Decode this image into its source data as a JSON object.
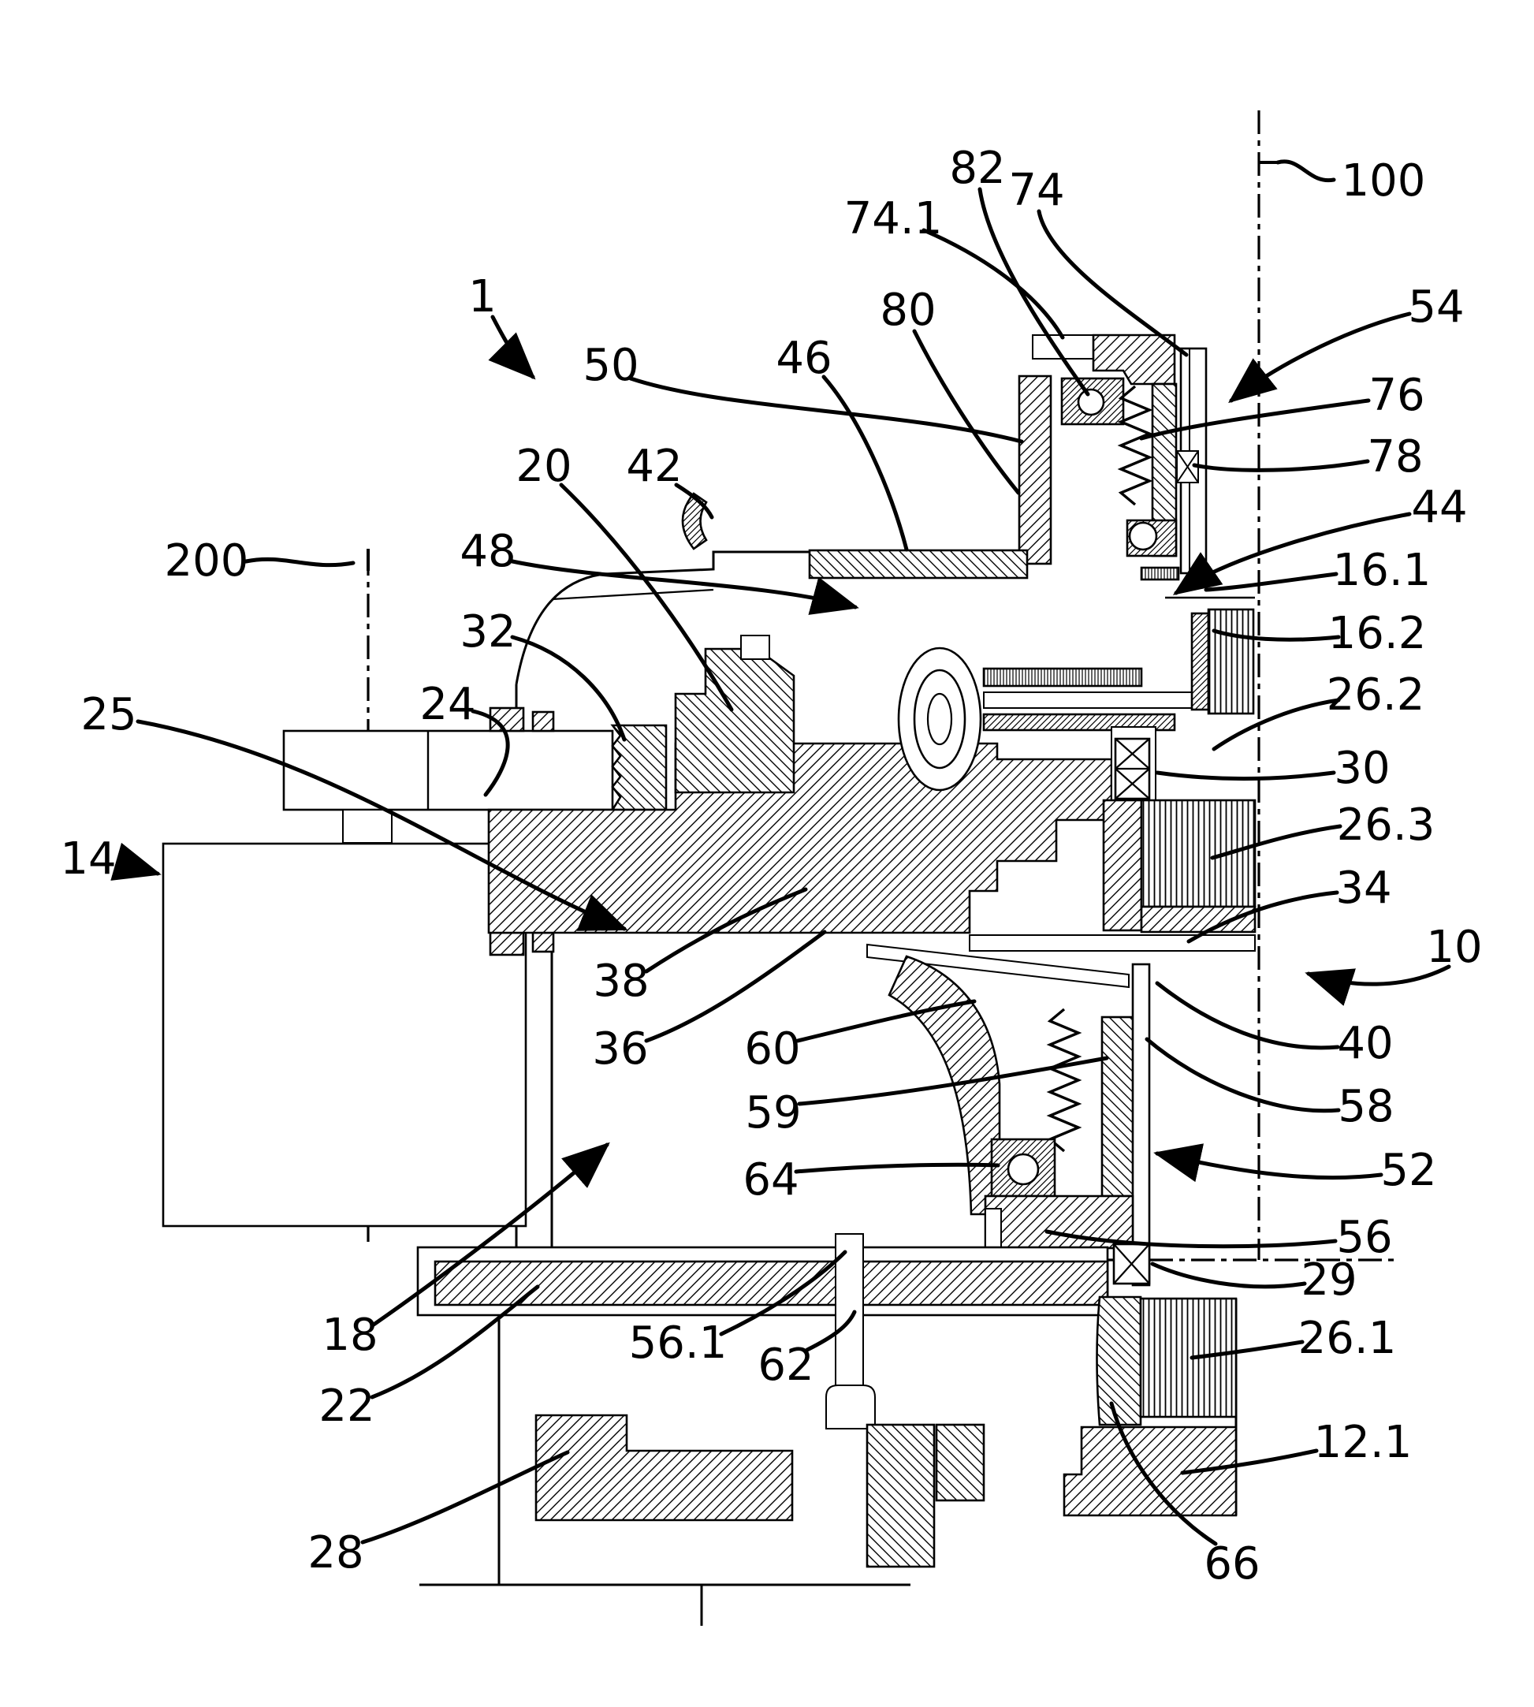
{
  "figure": {
    "kind": "patent-cross-section",
    "description": "Sectional technical drawing of a hybrid module / disconnect clutch assembly with rotation axes 100 and 200",
    "background_color": "#ffffff",
    "line_color": "#000000"
  },
  "labels": {
    "l1": "1",
    "l10": "10",
    "l12_1": "12.1",
    "l14": "14",
    "l16_1": "16.1",
    "l16_2": "16.2",
    "l18": "18",
    "l20": "20",
    "l22": "22",
    "l24": "24",
    "l25": "25",
    "l26_1": "26.1",
    "l26_2": "26.2",
    "l26_3": "26.3",
    "l28": "28",
    "l29": "29",
    "l30": "30",
    "l32": "32",
    "l34": "34",
    "l36": "36",
    "l38": "38",
    "l40": "40",
    "l42": "42",
    "l44": "44",
    "l46": "46",
    "l48": "48",
    "l50": "50",
    "l52": "52",
    "l54": "54",
    "l56": "56",
    "l56_1": "56.1",
    "l58": "58",
    "l59": "59",
    "l60": "60",
    "l62": "62",
    "l64": "64",
    "l66": "66",
    "l74": "74",
    "l74_1": "74.1",
    "l76": "76",
    "l78": "78",
    "l80": "80",
    "l82": "82",
    "l100": "100",
    "l200": "200"
  }
}
